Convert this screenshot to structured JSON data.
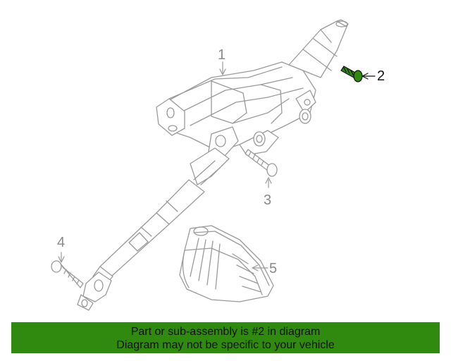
{
  "callouts": {
    "c1": "1",
    "c2": "2",
    "c3": "3",
    "c4": "4",
    "c5": "5"
  },
  "highlight_color": "#2f8a0f",
  "banner": {
    "line1": "Part or sub-assembly is #2 in diagram",
    "line2": "Diagram may not be specific to your vehicle"
  }
}
